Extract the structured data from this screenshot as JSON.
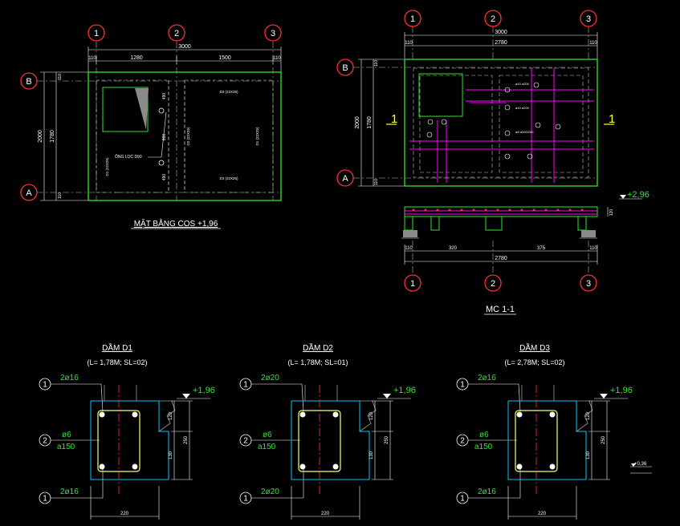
{
  "plan": {
    "title": "MẶT BẰNG COS +1,96",
    "axes_x": [
      "1",
      "2",
      "3"
    ],
    "axes_y": [
      "B",
      "A"
    ],
    "dims_top_total": "3000",
    "dims_top": [
      "110",
      "1280",
      "1500",
      "110"
    ],
    "dims_left_total": "2000",
    "dims_left": [
      "110",
      "1780",
      "110"
    ],
    "dims_mid": [
      "490",
      "800",
      "490"
    ],
    "pipe_label": "ỐNG LỌC D90",
    "beam_labels": [
      "D3 (22X25)",
      "D2 (22X25)",
      "D1 (22X25)",
      "D1 (22X25)",
      "D3 (22X25)"
    ]
  },
  "section": {
    "title": "MC 1-1",
    "axes_x": [
      "1",
      "2",
      "3"
    ],
    "axes_y": [
      "B",
      "A"
    ],
    "cut_mark": "1",
    "dims_top_total": "3000",
    "dims_top": [
      "110",
      "2780",
      "110"
    ],
    "dims_left_total": "2000",
    "dims_left": [
      "110",
      "1780",
      "110"
    ],
    "level": "+2,96",
    "slab_thk": "120",
    "dims_bottom": [
      "110",
      "320",
      "375",
      "110"
    ],
    "dims_bottom_total": "2780",
    "rebar_labels": [
      "ø10 a200",
      "ø10 a200",
      "ø8 a200/200"
    ]
  },
  "beams": [
    {
      "title": "DẦM D1",
      "sub": "(L= 1,78M; SL=02)",
      "bar_top": "2ø16",
      "bar_mid1": "ø6",
      "bar_mid2": "a150",
      "bar_bot": "2ø16",
      "level": "+1,96",
      "d1": "120",
      "d2": "250",
      "d3": "130",
      "width": "220",
      "markers": [
        "1",
        "2",
        "1"
      ]
    },
    {
      "title": "DẦM D2",
      "sub": "(L= 1,78M; SL=01)",
      "bar_top": "2ø20",
      "bar_mid1": "ø6",
      "bar_mid2": "a150",
      "bar_bot": "2ø20",
      "level": "+1,96",
      "d1": "120",
      "d2": "250",
      "d3": "130",
      "width": "220",
      "markers": [
        "1",
        "2",
        "1"
      ]
    },
    {
      "title": "DẦM D3",
      "sub": "(L= 2,78M; SL=02)",
      "bar_top": "2ø16",
      "bar_mid1": "ø6",
      "bar_mid2": "a150",
      "bar_bot": "2ø16",
      "level": "+1,96",
      "d1": "120",
      "d2": "250",
      "d3": "130",
      "width": "220",
      "markers": [
        "1",
        "2",
        "1"
      ]
    }
  ],
  "extra_level": "+0,36",
  "colors": {
    "axis": "#ff3030",
    "frame": "#2ee62e",
    "rebar": "#ff00ff",
    "beam_face": "#00c8ff",
    "bar_dot": "#ffff66",
    "centerline": "#ff3030",
    "white": "#ffffff",
    "grey": "#9a9a9a"
  }
}
